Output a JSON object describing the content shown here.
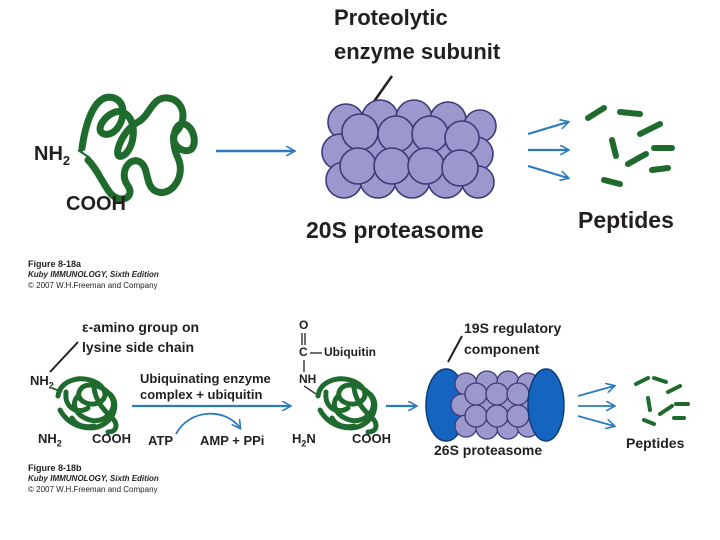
{
  "colors": {
    "protein_green": "#1f6b2e",
    "arrow_blue": "#2a7bbf",
    "proteasome_purple": "#9a98cc",
    "regulatory_blue": "#1565c0"
  },
  "panel_a": {
    "nh2": "NH",
    "nh2_sub": "2",
    "cooh": "COOH",
    "enzyme_label_line1": "Proteolytic",
    "enzyme_label_line2": "enzyme subunit",
    "proteasome_label": "20S proteasome",
    "peptides_label": "Peptides",
    "caption_title": "Figure 8-18a",
    "caption_source": "Kuby IMMUNOLOGY, Sixth Edition",
    "caption_copyright": "© 2007 W.H.Freeman and Company"
  },
  "panel_b": {
    "epsilon_line1": "ε-amino group on",
    "epsilon_line2": "lysine side chain",
    "nh2_top": "NH",
    "nh2_top_sub": "2",
    "nh2_bottom": "NH",
    "nh2_bottom_sub": "2",
    "cooh_left": "COOH",
    "enzyme_line1": "Ubiquinating enzyme",
    "enzyme_line2": "complex + ubiquitin",
    "atp": "ATP",
    "amp": "AMP + PPi",
    "o_label": "O",
    "c_label": "C",
    "ubiquitin_label": "Ubiquitin",
    "nh_label": "NH",
    "h2n_h": "H",
    "h2n_sub": "2",
    "h2n_n": "N",
    "cooh_right": "COOH",
    "regulatory_line1": "19S regulatory",
    "regulatory_line2": "component",
    "proteasome_label": "26S proteasome",
    "peptides_label": "Peptides",
    "caption_title": "Figure 8-18b",
    "caption_source": "Kuby IMMUNOLOGY, Sixth Edition",
    "caption_copyright": "© 2007 W.H.Freeman and Company"
  }
}
